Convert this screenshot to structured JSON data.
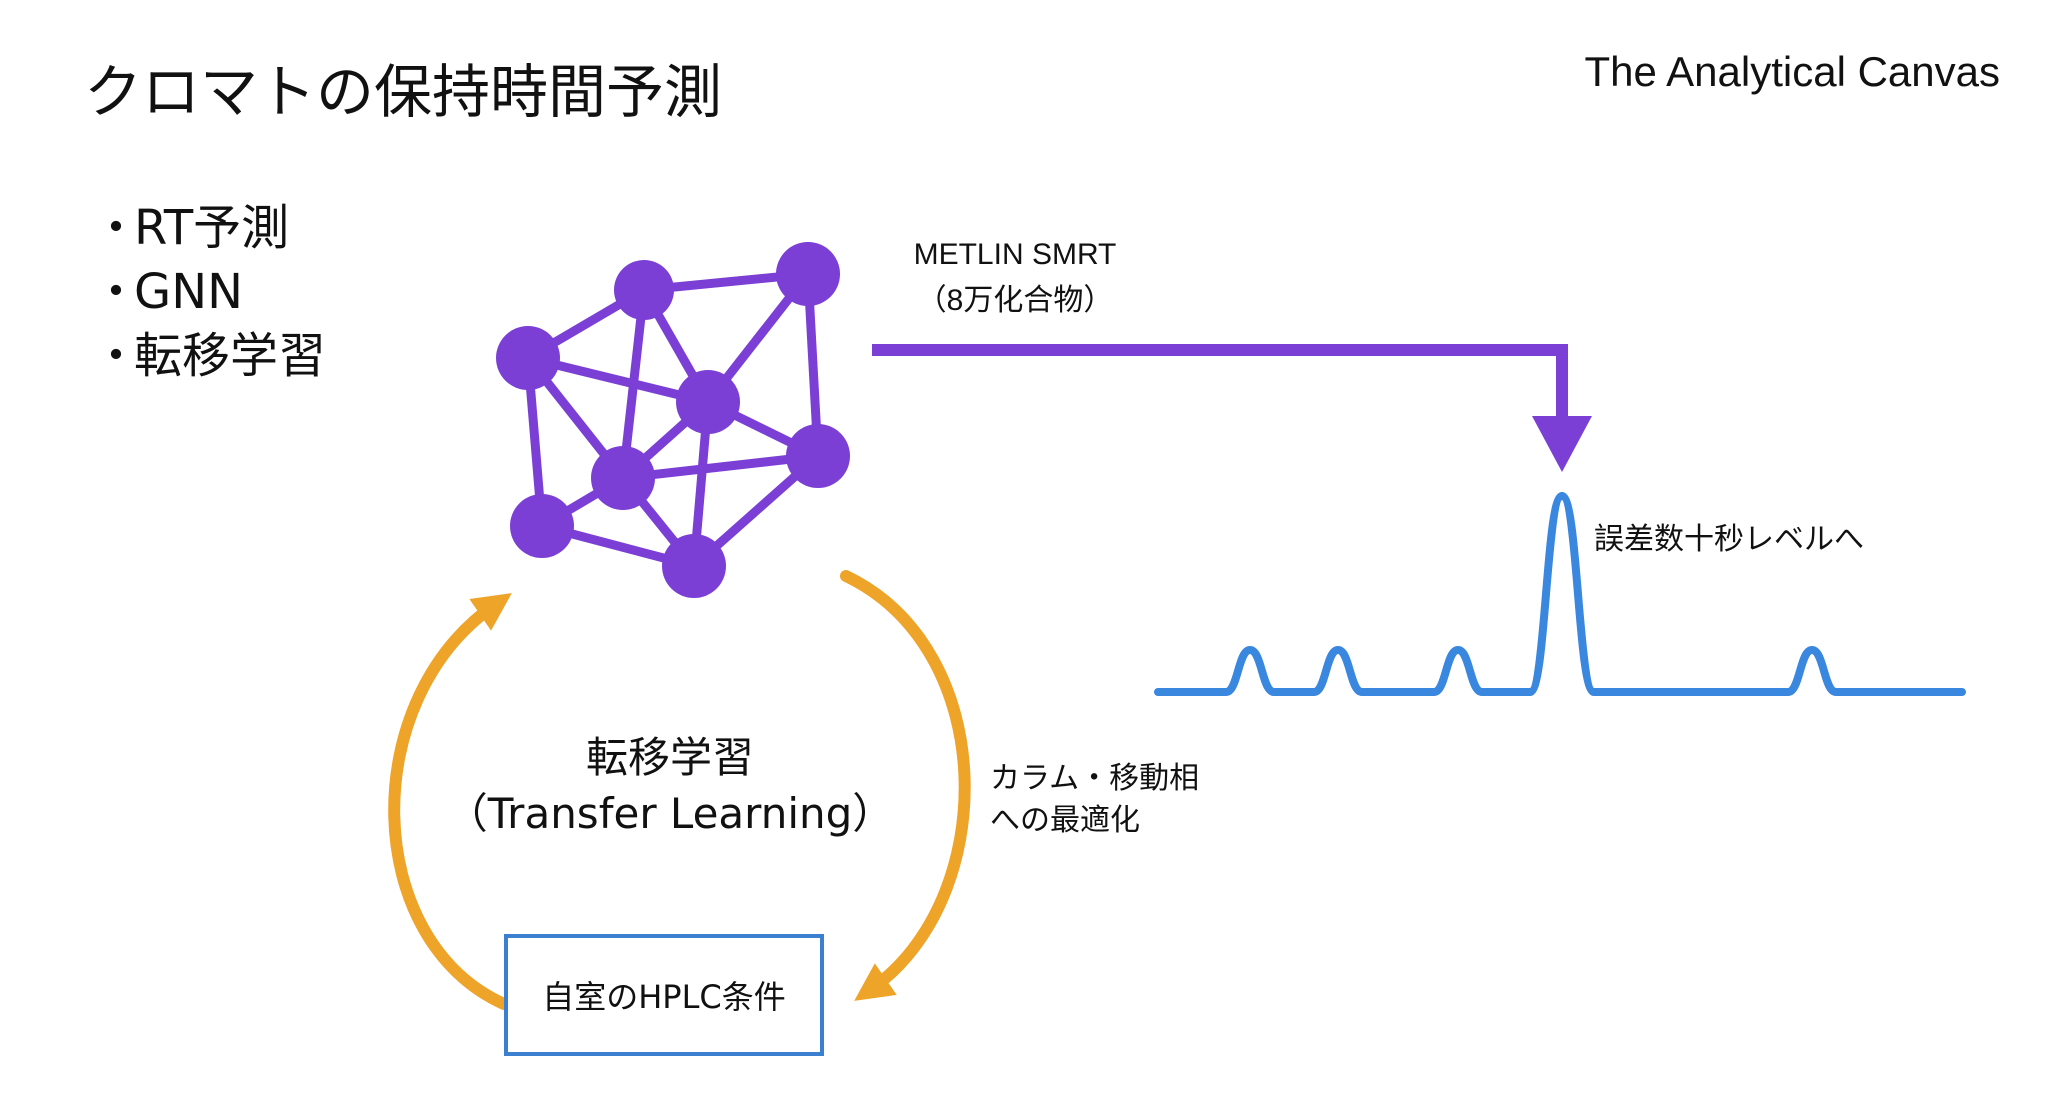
{
  "slide": {
    "title": "クロマトの保持時間予測",
    "brand": "The Analytical Canvas",
    "bullets": [
      {
        "marker": "・",
        "text": "RT予測"
      },
      {
        "marker": "・",
        "text": "GNN"
      },
      {
        "marker": "・",
        "text": "転移学習"
      }
    ]
  },
  "diagram": {
    "dataset_label": "METLIN SMRT",
    "dataset_count": "（8万化合物）",
    "error_label": "誤差数十秒レベルへ",
    "transfer_label_ja": "転移学習",
    "transfer_label_en": "（Transfer Learning）",
    "optimize_line1": "カラム・移動相",
    "optimize_line2": "への最適化",
    "hplc_box_label": "自室のHPLC条件"
  },
  "colors": {
    "network": "#7b3fd6",
    "flow_arrow": "#7b3fd6",
    "cycle_arrows": "#eea329",
    "chromatogram": "#3a87df",
    "box_border": "#3a7fd0",
    "text": "#111111",
    "background": "#ffffff"
  },
  "icons": {
    "network": "graph-network-icon",
    "chromatogram": "chromatogram-peaks-icon"
  }
}
